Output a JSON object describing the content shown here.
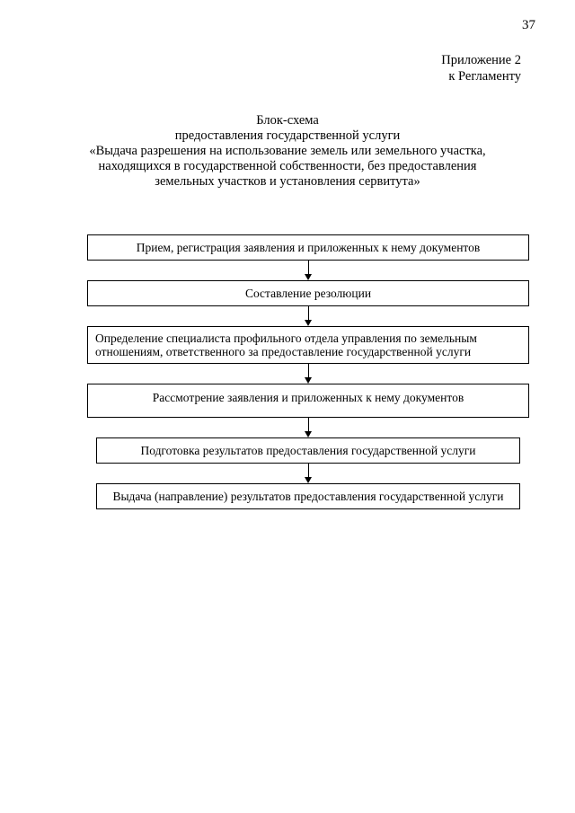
{
  "page": {
    "number": "37",
    "annex_line1": "Приложение 2",
    "annex_line2": "к Регламенту"
  },
  "title": {
    "line1": "Блок-схема",
    "line2": "предоставления государственной услуги",
    "line3": "«Выдача разрешения на использование земель или земельного участка,",
    "line4": "находящихся в государственной собственности, без предоставления",
    "line5": "земельных участков и установления сервитута»"
  },
  "flowchart": {
    "steps": [
      {
        "label": "Прием, регистрация заявления и приложенных к нему документов"
      },
      {
        "label": "Составление резолюции"
      },
      {
        "label": "Определение специалиста профильного отдела управления по земельным отношениям, ответственного за предоставление государственной услуги"
      },
      {
        "label": "Рассмотрение заявления и приложенных к нему документов"
      },
      {
        "label": "Подготовка результатов предоставления государственной услуги"
      },
      {
        "label": "Выдача (направление) результатов предоставления государственной услуги"
      }
    ]
  }
}
